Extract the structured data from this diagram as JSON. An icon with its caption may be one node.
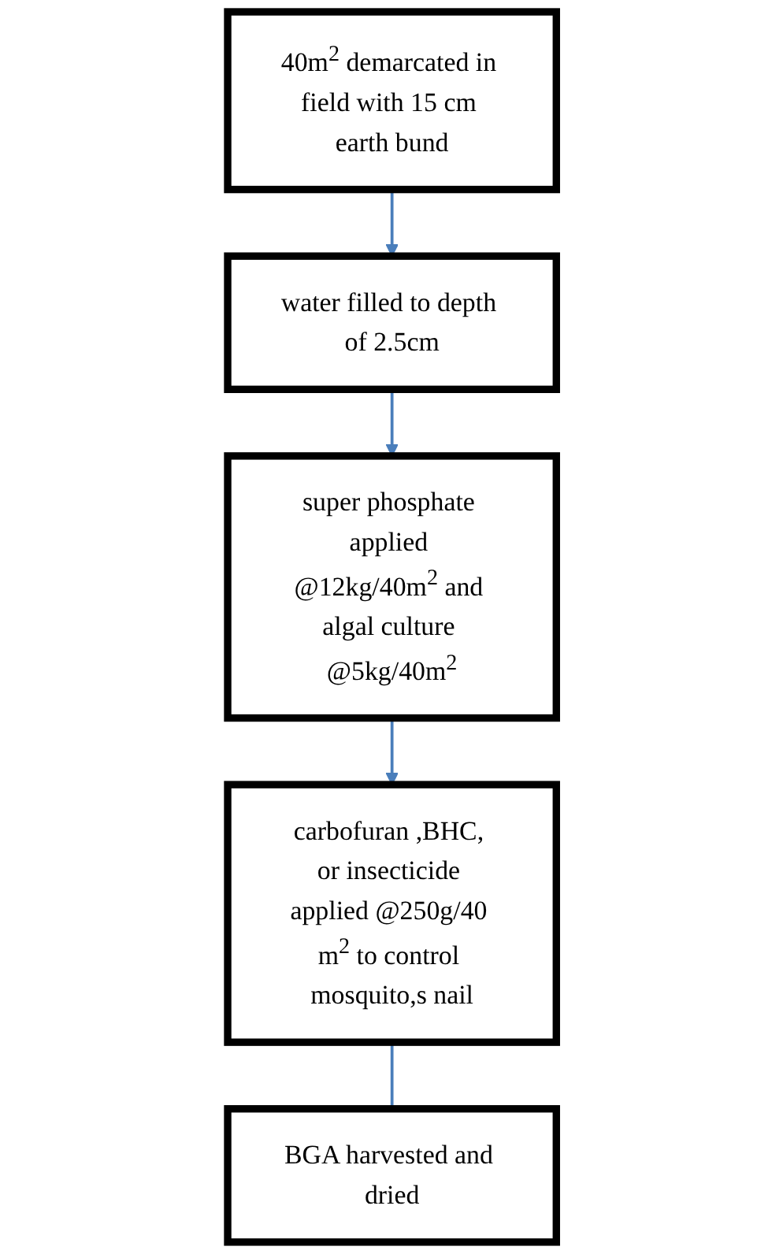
{
  "diagram": {
    "nodes": [
      {
        "text": [
          "40m$^{2}$ demarcated in field with 15 cm earth bund"
        ]
      },
      {
        "text": [
          "water filled to depth of 2.5cm"
        ]
      },
      {
        "text": [
          "super phosphate applied @12kg/40m$^{2}$ and algal culture @5kg/40m$^{2}$"
        ]
      },
      {
        "text": [
          "carbofuran ,BHC, or insecticide applied @250g/40 m$^{2}$ to control mosquito,s nail"
        ]
      },
      {
        "text": [
          "BGA harvested and dried"
        ]
      }
    ],
    "edges": [
      {
        "from": 0,
        "to": 1,
        "arrow": "to"
      },
      {
        "from": 1,
        "to": 2,
        "arrow": "to"
      },
      {
        "from": 2,
        "to": 3,
        "arrow": "to"
      },
      {
        "from": 3,
        "to": 4,
        "arrow": "none"
      }
    ]
  }
}
